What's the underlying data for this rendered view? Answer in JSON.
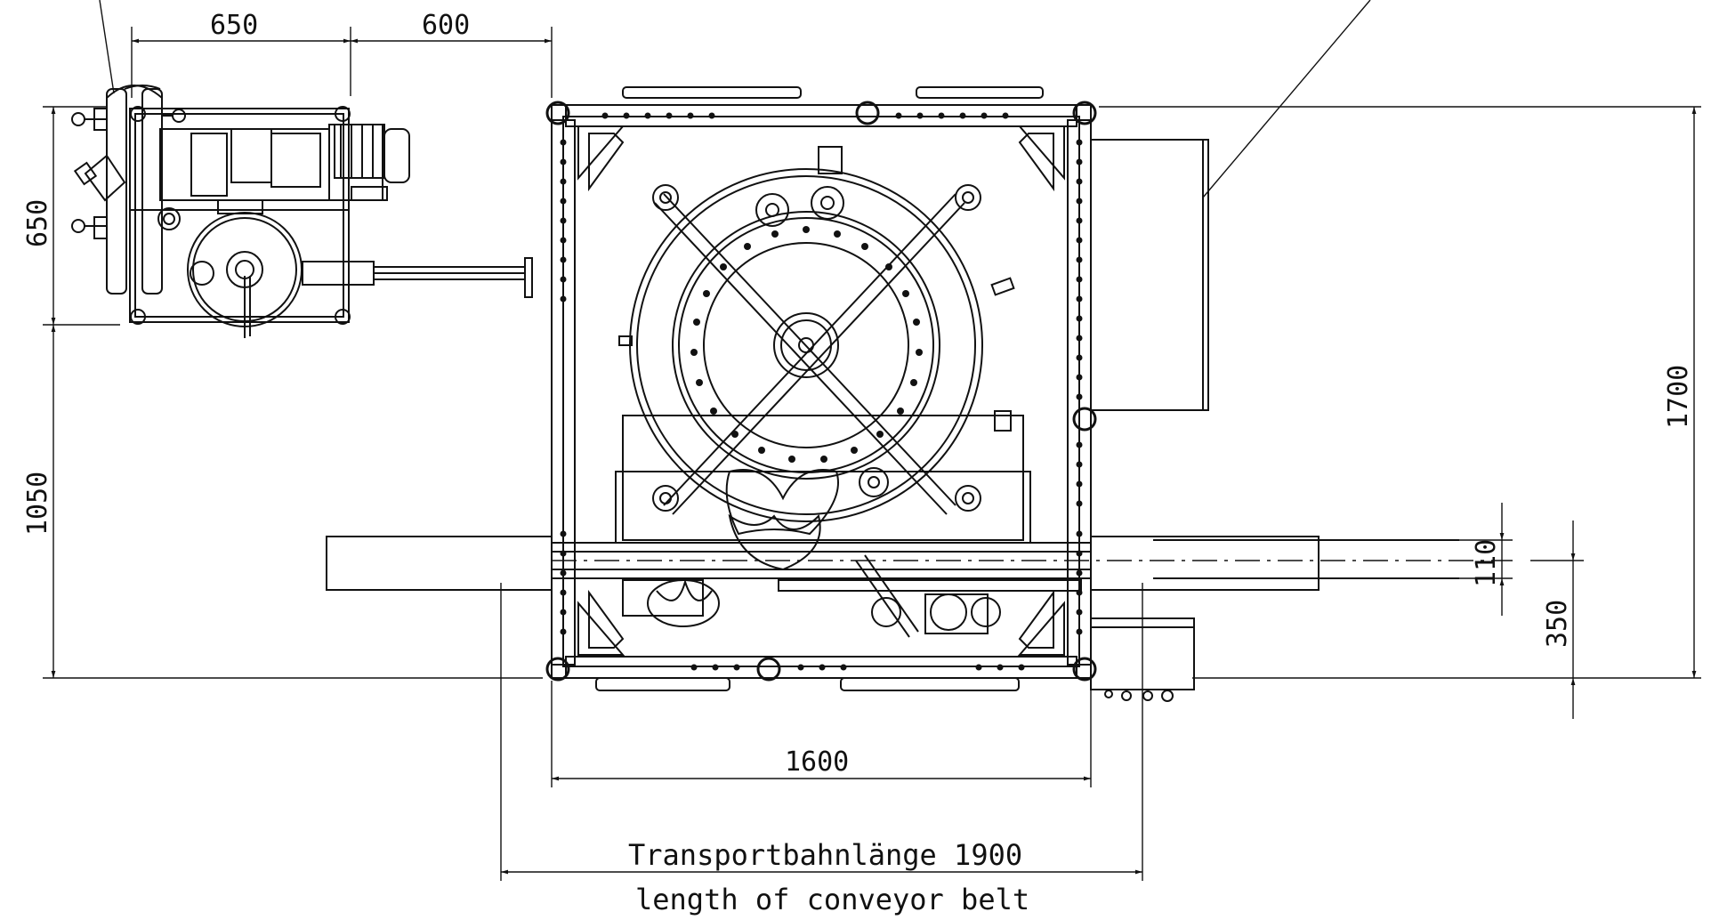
{
  "dimensions": {
    "top_left": "650",
    "top_mid": "600",
    "left_upper": "650",
    "left_lower": "1050",
    "right_total": "1700",
    "right_small": "110",
    "right_offset": "350",
    "bottom_width": "1600"
  },
  "caption": {
    "line1": "Transportbahnlänge 1900",
    "line2": "length of conveyor belt"
  }
}
